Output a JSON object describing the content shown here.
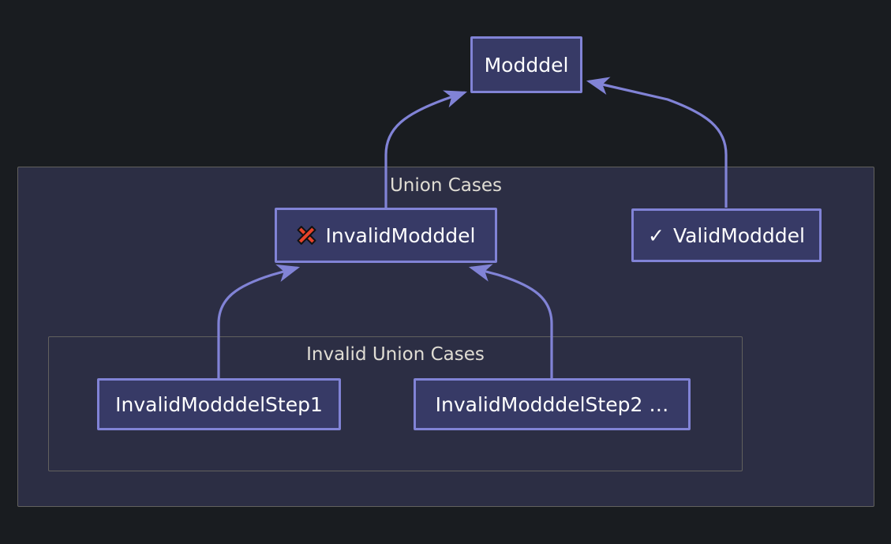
{
  "diagram": {
    "type": "flowchart-bottom-up",
    "background_color": "#191c20",
    "node_fill_color": "#373a66",
    "node_border_color": "#8183d6",
    "cluster_fill_color": "#2c2e44",
    "cluster_border_color": "#62615e",
    "edge_color": "#8183d6",
    "label_text_color": "#e0ddd4",
    "node_text_color": "#ffffff",
    "cross_icon_color": "#e8432a"
  },
  "nodes": {
    "root": {
      "label": "Modddel"
    },
    "invalid": {
      "label": "InvalidModddel",
      "icon": "cross-mark-icon"
    },
    "valid": {
      "label": "ValidModddel",
      "icon": "check-mark-icon"
    },
    "step1": {
      "label": "InvalidModddelStep1"
    },
    "step2": {
      "label": "InvalidModddelStep2 …"
    }
  },
  "clusters": {
    "union_cases": {
      "label": "Union Cases"
    },
    "invalid_union_cases": {
      "label": "Invalid Union Cases"
    }
  },
  "edges": [
    {
      "from": "InvalidModddel",
      "to": "Modddel"
    },
    {
      "from": "ValidModddel",
      "to": "Modddel"
    },
    {
      "from": "InvalidModddelStep1",
      "to": "InvalidModddel"
    },
    {
      "from": "InvalidModddelStep2 …",
      "to": "InvalidModddel"
    }
  ]
}
